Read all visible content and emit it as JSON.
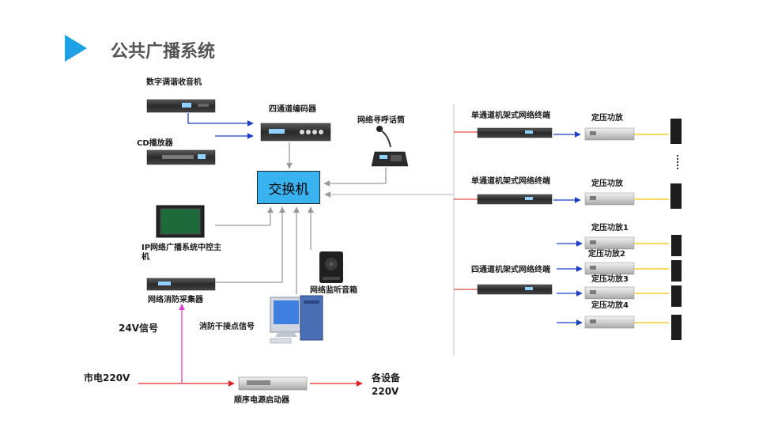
{
  "title": "公共广播系统",
  "switch_label": "交换机",
  "labels": {
    "tuner": "数字调谐收音机",
    "cd": "CD播放器",
    "encoder": "四通道编码器",
    "paging_mic": "网络寻呼话筒",
    "ip_host": "IP网络广播系统中控主机",
    "fire_collector": "网络消防采集器",
    "monitor_speaker": "网络监听音箱",
    "fire_contact": "消防干接点信号",
    "v24": "24V信号",
    "mains": "市电220V",
    "sequencer": "顺序电源启动器",
    "each_device": "各设备",
    "v220": "220V",
    "terminal_single_1": "单通道机架式网络终端",
    "terminal_single_2": "单通道机架式网络终端",
    "terminal_quad": "四通道机架式网络终端",
    "amp_a": "定压功放",
    "amp_b": "定压功放",
    "amp_1": "定压功放1",
    "amp_2": "定压功放2",
    "amp_3": "定压功放3",
    "amp_4": "定压功放4"
  },
  "colors": {
    "accent": "#1ea0e6",
    "switch": "#39b3f0",
    "blue_line": "#1a3fc9",
    "gray_line": "#9a9a9a",
    "red_line": "#e02020",
    "yellow_line": "#f2c200",
    "magenta_line": "#e040d0"
  }
}
